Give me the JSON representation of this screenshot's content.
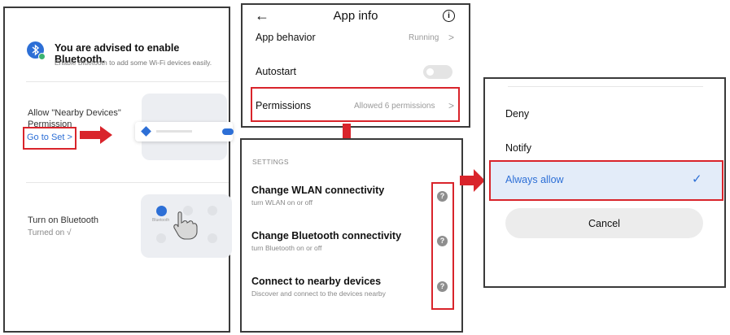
{
  "colors": {
    "accent": "#2d6fd6",
    "highlight_border": "#d9242b",
    "arrow": "#d9242b",
    "panel_border": "#3a3a3a"
  },
  "panel1": {
    "icon": "bluetooth-icon",
    "heading": "You are advised to enable Bluetooth.",
    "subtext": "Enable Bluetooth to add some Wi-Fi devices easily.",
    "allow_label_line1": "Allow \"Nearby Devices\"",
    "allow_label_line2": "Permission",
    "go_to_set": "Go to Set",
    "turn_on_label": "Turn on Bluetooth",
    "turned_on": "Turned on √",
    "illustration_bluetooth_label": "Bluetooth"
  },
  "panel2": {
    "back_icon": "back-arrow-icon",
    "title": "App info",
    "info_icon": "info-icon",
    "rows": [
      {
        "label": "App behavior",
        "value": "Running"
      },
      {
        "label": "Autostart",
        "value": ""
      },
      {
        "label": "Permissions",
        "value": "Allowed 6 permissions"
      }
    ]
  },
  "panel3": {
    "section_header": "SETTINGS",
    "items": [
      {
        "title": "Change WLAN connectivity",
        "subtitle": "turn WLAN on or off"
      },
      {
        "title": "Change Bluetooth connectivity",
        "subtitle": "turn Bluetooth on or off"
      },
      {
        "title": "Connect to nearby devices",
        "subtitle": "Discover and connect to the devices nearby"
      }
    ],
    "help_glyph": "?"
  },
  "panel4": {
    "options": [
      "Deny",
      "Notify",
      "Always allow"
    ],
    "selected": "Always allow",
    "check_glyph": "✓",
    "cancel": "Cancel"
  }
}
